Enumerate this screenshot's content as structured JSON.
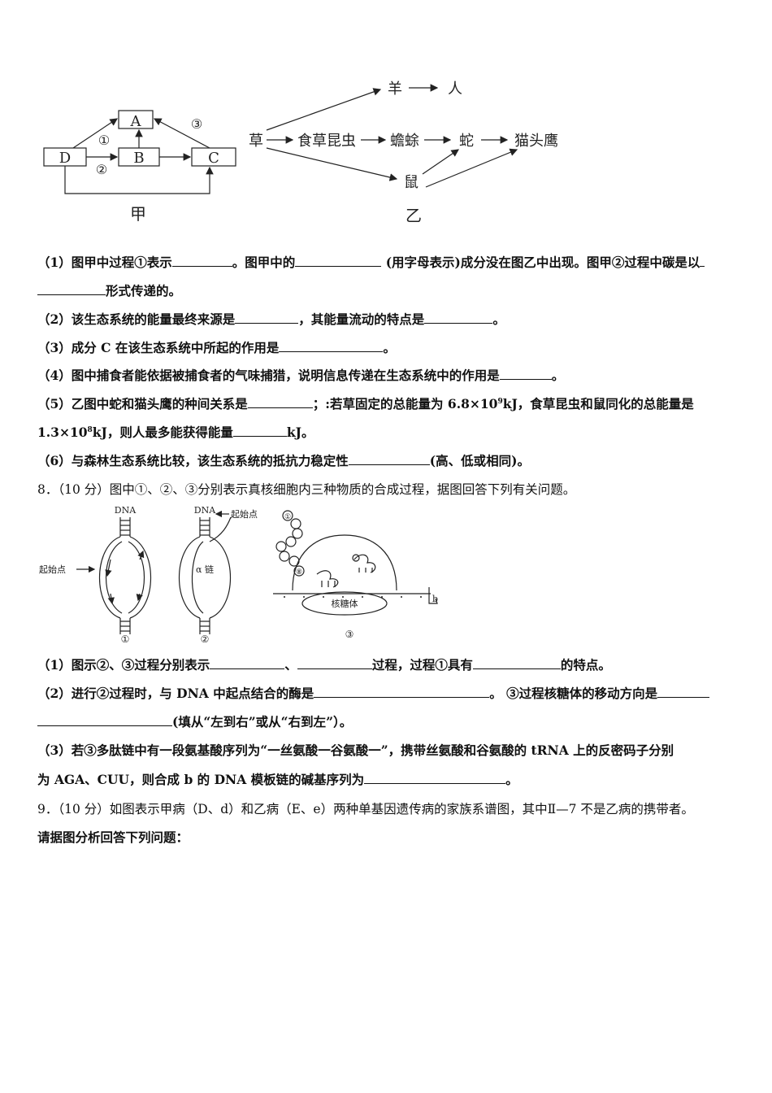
{
  "fig_jia": {
    "box_a": "A",
    "box_b": "B",
    "box_c": "C",
    "box_d": "D",
    "proc_1": "①",
    "proc_2": "②",
    "proc_3": "③",
    "caption": "甲"
  },
  "fig_yi": {
    "grass": "草",
    "insect": "食草昆虫",
    "toad": "蟾蜍",
    "snake": "蛇",
    "owl": "猫头鹰",
    "sheep": "羊",
    "human": "人",
    "mouse": "鼠",
    "caption": "乙"
  },
  "q7": {
    "l1a": "（1）图甲中过程①表示",
    "l1b": "。图甲中的",
    "l1c": " (用字母表示)成分没在图乙中出现。图甲②过程中碳是以",
    "l2": "形式传递的。",
    "l3a": "（2）该生态系统的能量最终来源是",
    "l3b": "，其能量流动的特点是",
    "l3c": "。",
    "l4a": "（3）成分 C 在该生态系统中所起的作用是",
    "l4b": "。",
    "l5a": "（4）图中捕食者能依据被捕食者的气味捕猎，说明信息传递在生态系统中的作用是",
    "l5b": "。",
    "l6a": "（5）乙图中蛇和猫头鹰的种间关系是",
    "l6b": "；:若草固定的总能量为 6.8×10",
    "l6sup": "9",
    "l6c": "kJ，食草昆虫和鼠同化的总能量是",
    "l7a": "1.3×10",
    "l7sup": "8",
    "l7b": "kJ，则人最多能获得能量",
    "l7c": "kJ。",
    "l8a": "（6）与森林生态系统比较，该生态系统的抵抗力稳定性",
    "l8b": "(高、低或相同)。"
  },
  "q8": {
    "title": "8．（10 分）图中①、②、③分别表示真核细胞内三种物质的合成过程，据图回答下列有关问题。",
    "fig": {
      "dna1": "DNA",
      "dna2": "DNA",
      "origin_left": "起始点",
      "origin_top": "起始点",
      "alpha": "α 链",
      "ribosome": "核糖体",
      "c1": "①",
      "c2": "②",
      "c3": "③",
      "chain_start": "①",
      "chain_end": "⑧",
      "b": "b"
    },
    "l1a": "（1）图示②、③过程分别表示",
    "l1b": "、",
    "l1c": "过程，过程①具有",
    "l1d": "的特点。",
    "l2a": "（2）进行②过程时，与 DNA 中起点结合的酶是",
    "l2b": "。 ③过程核糖体的移动方向是",
    "l3": "(填从“左到右”或从“右到左”）。",
    "l4": "（3）若③多肽链中有一段氨基酸序列为“一丝氨酸一谷氨酸一”，携带丝氨酸和谷氨酸的 tRNA 上的反密码子分别",
    "l5a": "为 AGA、CUU，则合成 b 的 DNA 模板链的碱基序列为",
    "l5b": "。"
  },
  "q9": {
    "l1": "9．（10 分）如图表示甲病（D、d）和乙病（E、e）两种单基因遗传病的家族系谱图，其中Ⅱ—7 不是乙病的携带者。",
    "l2": "请据图分析回答下列问题："
  }
}
